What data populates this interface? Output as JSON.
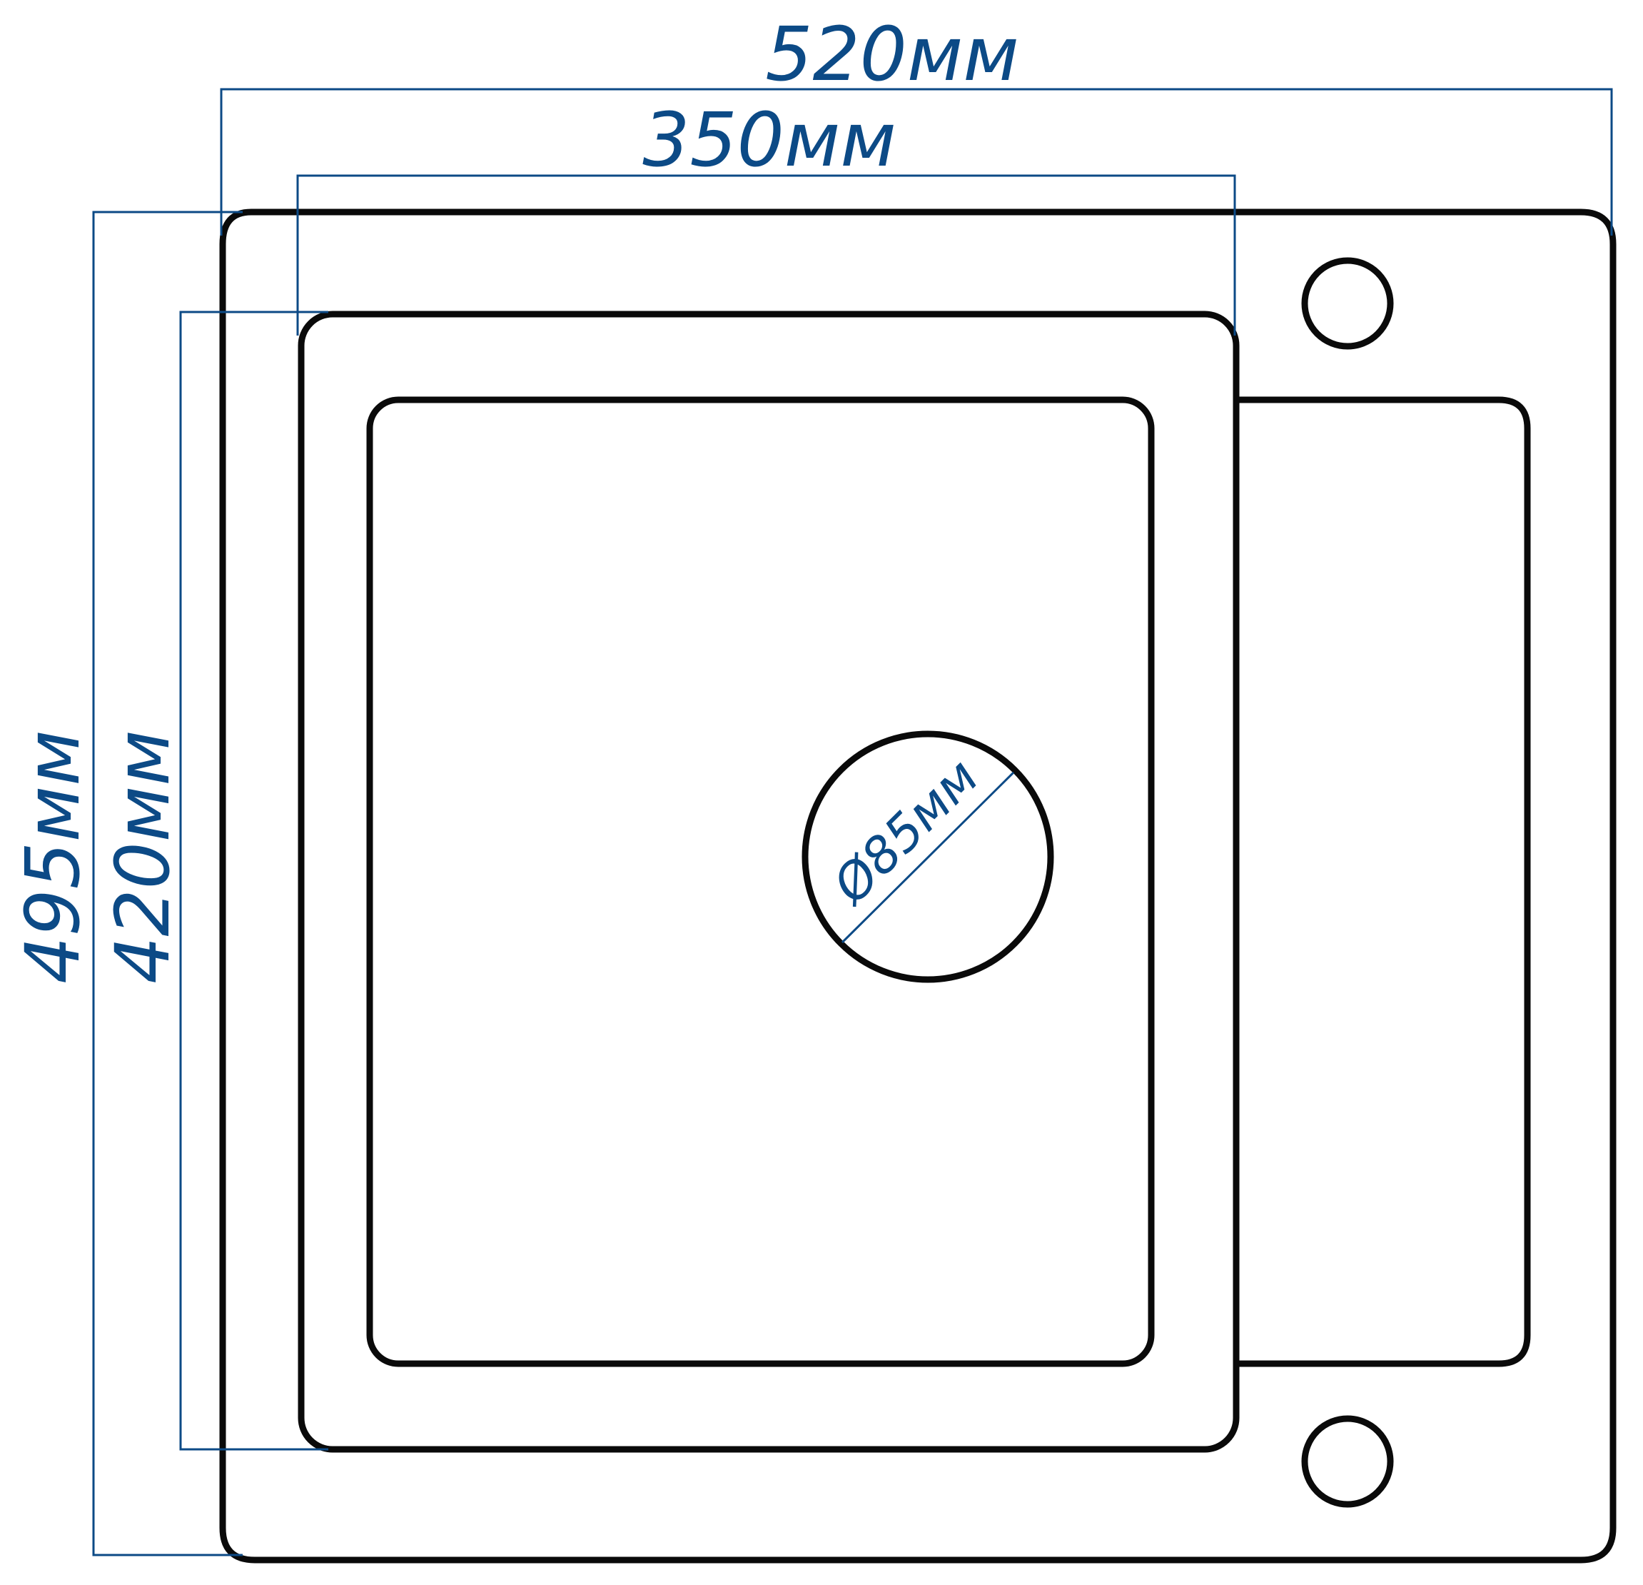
{
  "colors": {
    "outline": "#0a0a0a",
    "dimension": "#0c4a86",
    "background": "#ffffff"
  },
  "dimensions": {
    "overall_width": "520мм",
    "bowl_width": "350мм",
    "overall_depth": "495мм",
    "bowl_depth": "420мм",
    "drain_diameter": "Ø85мм"
  }
}
